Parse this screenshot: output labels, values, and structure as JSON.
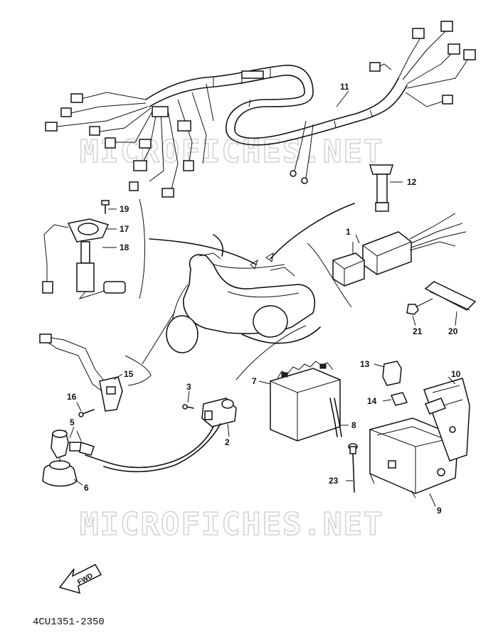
{
  "watermark": "MICROFICHES.NET",
  "diagram_code": "4CU1351-2350",
  "fwd_label": "FWD",
  "parts": [
    {
      "id": "p1",
      "label": "1"
    },
    {
      "id": "p2",
      "label": "2"
    },
    {
      "id": "p3",
      "label": "3"
    },
    {
      "id": "p5",
      "label": "5"
    },
    {
      "id": "p6",
      "label": "6"
    },
    {
      "id": "p7",
      "label": "7"
    },
    {
      "id": "p8",
      "label": "8"
    },
    {
      "id": "p9",
      "label": "9"
    },
    {
      "id": "p10",
      "label": "10"
    },
    {
      "id": "p11",
      "label": "11"
    },
    {
      "id": "p12",
      "label": "12"
    },
    {
      "id": "p13",
      "label": "13"
    },
    {
      "id": "p14",
      "label": "14"
    },
    {
      "id": "p15",
      "label": "15"
    },
    {
      "id": "p16",
      "label": "16"
    },
    {
      "id": "p17",
      "label": "17"
    },
    {
      "id": "p18",
      "label": "18"
    },
    {
      "id": "p19",
      "label": "19"
    },
    {
      "id": "p20",
      "label": "20"
    },
    {
      "id": "p21",
      "label": "21"
    },
    {
      "id": "p23",
      "label": "23"
    }
  ]
}
